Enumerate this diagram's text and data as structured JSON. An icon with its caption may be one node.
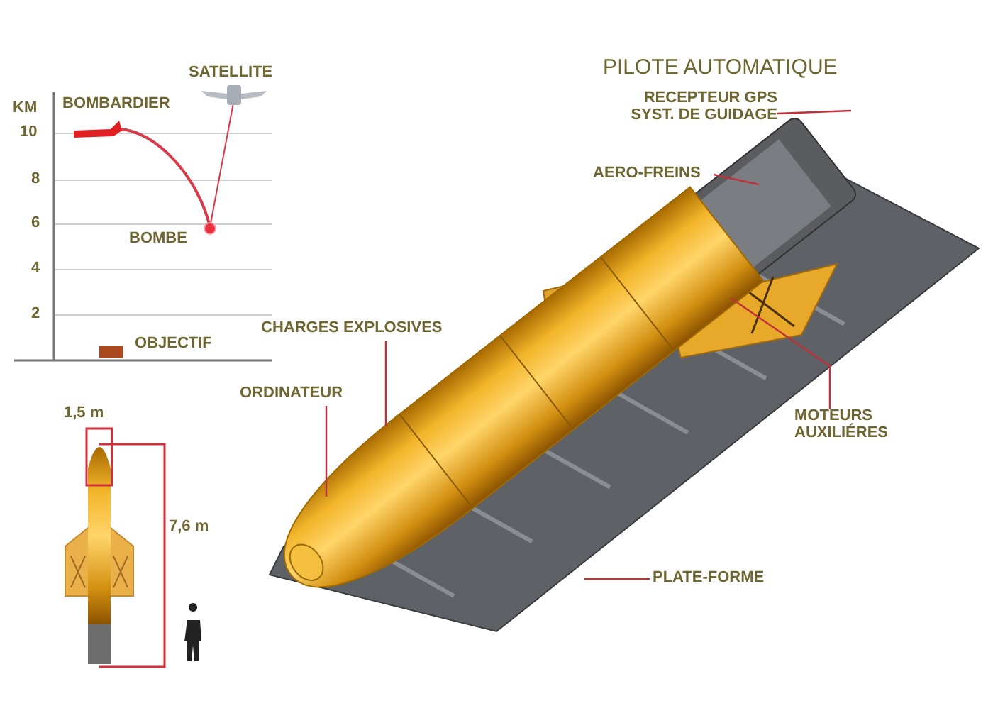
{
  "diagram": {
    "nodes": [
      {
        "text": [
          "RECEPTEUR GPS SYST. DE GUIDAGE"
        ]
      },
      {
        "text": [
          "AERO-FREINS"
        ]
      },
      {
        "text": [
          "CHARGES EXPLOSIVES"
        ]
      },
      {
        "text": [
          "ORDINATEUR"
        ]
      },
      {
        "text": [
          "MOTEURS AUXILIÉRES"
        ]
      },
      {
        "text": [
          "PLATE-FORME"
        ]
      }
    ],
    "edges": [
      {
        "from": 0,
        "to": null,
        "arrow": "none"
      },
      {
        "from": 1,
        "to": null,
        "arrow": "none"
      },
      {
        "from": 2,
        "to": null,
        "arrow": "none"
      },
      {
        "from": 3,
        "to": null,
        "arrow": "none"
      },
      {
        "from": 4,
        "to": null,
        "arrow": "none"
      },
      {
        "from": 5,
        "to": null,
        "arrow": "none"
      }
    ],
    "labels": [
      "PILOTE AUTOMATIQUE",
      "SATELLITE",
      "KM",
      "BOMBARDIER",
      "10",
      "8",
      "6",
      "BOMBE",
      "4",
      "2",
      "OBJECTIF",
      "1,5 m",
      "7,6 m"
    ]
  }
}
